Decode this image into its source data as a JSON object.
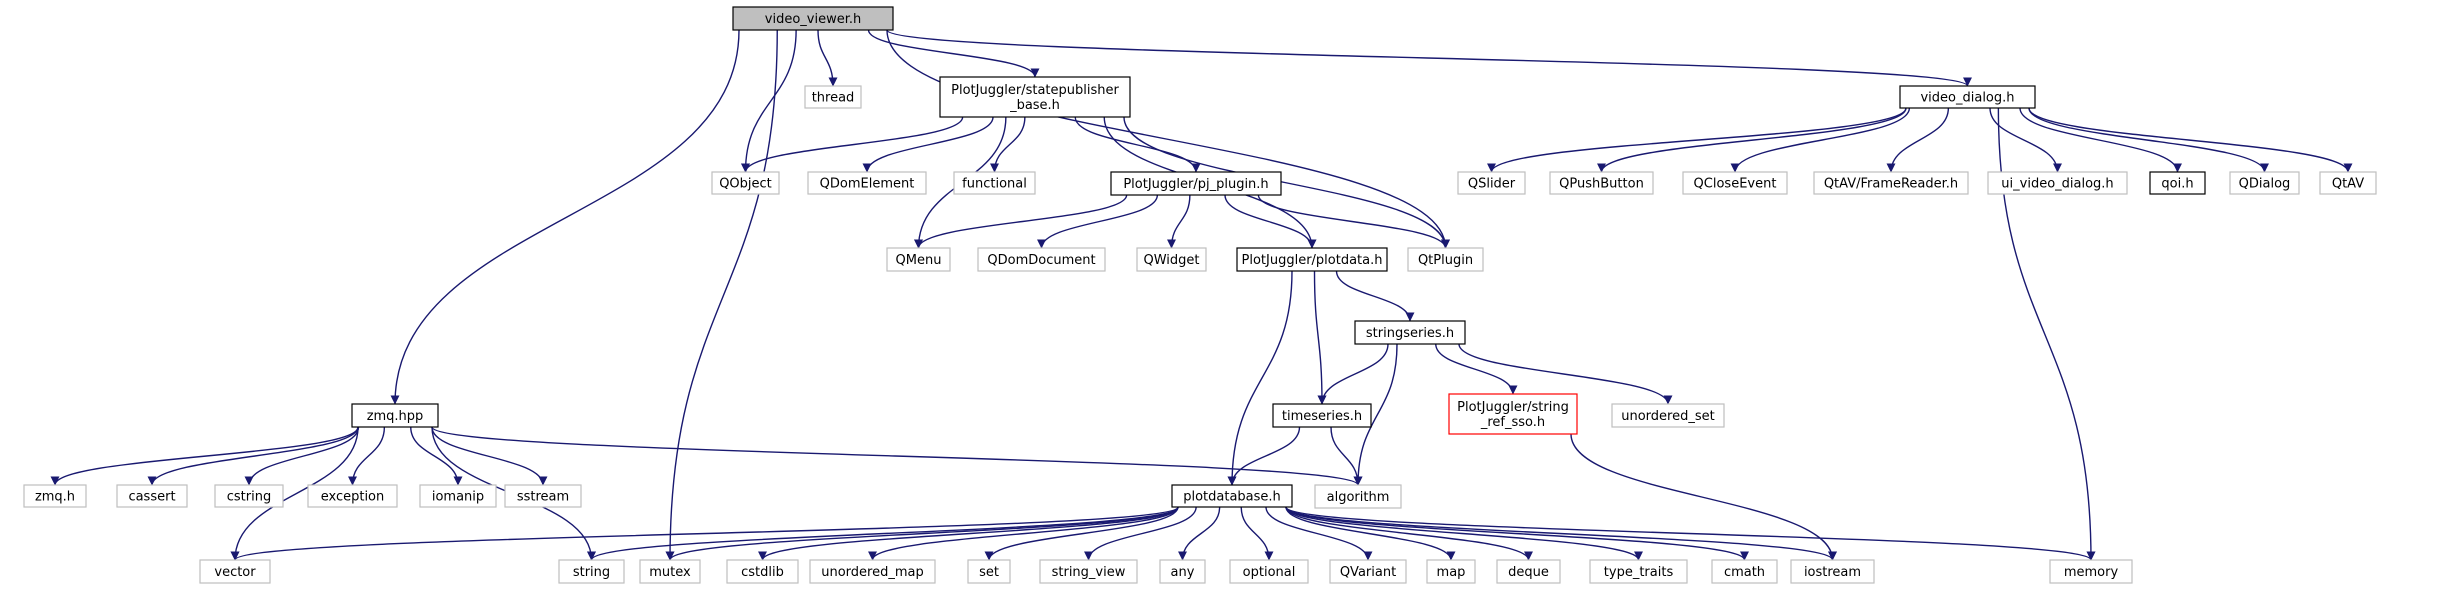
{
  "colors": {
    "edge": "#191970",
    "root_fill": "#bfbfbf",
    "root_stroke": "#000000",
    "doc_stroke": "#000000",
    "external_stroke": "#bfbfbf",
    "broken_stroke": "#ff0000",
    "background": "#ffffff"
  },
  "nodes": [
    {
      "id": "video_viewer",
      "label": [
        "video_viewer.h"
      ],
      "kind": "root"
    },
    {
      "id": "zmq",
      "label": [
        "zmq.hpp"
      ],
      "kind": "doc"
    },
    {
      "id": "qobject",
      "label": [
        "QObject"
      ],
      "kind": "external"
    },
    {
      "id": "thread",
      "label": [
        "thread"
      ],
      "kind": "external"
    },
    {
      "id": "statepublisher",
      "label": [
        "PlotJuggler/statepublisher",
        "_base.h"
      ],
      "kind": "doc"
    },
    {
      "id": "mutex",
      "label": [
        "mutex"
      ],
      "kind": "external"
    },
    {
      "id": "qtplugin",
      "label": [
        "QtPlugin"
      ],
      "kind": "external"
    },
    {
      "id": "video_dialog",
      "label": [
        "video_dialog.h"
      ],
      "kind": "doc"
    },
    {
      "id": "qdomelement",
      "label": [
        "QDomElement"
      ],
      "kind": "external"
    },
    {
      "id": "functional",
      "label": [
        "functional"
      ],
      "kind": "external"
    },
    {
      "id": "pj_plugin",
      "label": [
        "PlotJuggler/pj_plugin.h"
      ],
      "kind": "doc"
    },
    {
      "id": "qmenu",
      "label": [
        "QMenu"
      ],
      "kind": "external"
    },
    {
      "id": "qdomdocument",
      "label": [
        "QDomDocument"
      ],
      "kind": "external"
    },
    {
      "id": "qwidget",
      "label": [
        "QWidget"
      ],
      "kind": "external"
    },
    {
      "id": "plotdata",
      "label": [
        "PlotJuggler/plotdata.h"
      ],
      "kind": "doc"
    },
    {
      "id": "qslider",
      "label": [
        "QSlider"
      ],
      "kind": "external"
    },
    {
      "id": "qpushbutton",
      "label": [
        "QPushButton"
      ],
      "kind": "external"
    },
    {
      "id": "qcloseevent",
      "label": [
        "QCloseEvent"
      ],
      "kind": "external"
    },
    {
      "id": "framereader",
      "label": [
        "QtAV/FrameReader.h"
      ],
      "kind": "external"
    },
    {
      "id": "ui_video_dialog",
      "label": [
        "ui_video_dialog.h"
      ],
      "kind": "external"
    },
    {
      "id": "qoi",
      "label": [
        "qoi.h"
      ],
      "kind": "doc"
    },
    {
      "id": "qdialog",
      "label": [
        "QDialog"
      ],
      "kind": "external"
    },
    {
      "id": "qtav",
      "label": [
        "QtAV"
      ],
      "kind": "external"
    },
    {
      "id": "stringseries",
      "label": [
        "stringseries.h"
      ],
      "kind": "doc"
    },
    {
      "id": "timeseries",
      "label": [
        "timeseries.h"
      ],
      "kind": "doc"
    },
    {
      "id": "string_ref_sso",
      "label": [
        "PlotJuggler/string",
        "_ref_sso.h"
      ],
      "kind": "broken"
    },
    {
      "id": "unordered_set",
      "label": [
        "unordered_set"
      ],
      "kind": "external"
    },
    {
      "id": "zmq_h",
      "label": [
        "zmq.h"
      ],
      "kind": "external"
    },
    {
      "id": "cassert",
      "label": [
        "cassert"
      ],
      "kind": "external"
    },
    {
      "id": "cstring",
      "label": [
        "cstring"
      ],
      "kind": "external"
    },
    {
      "id": "exception",
      "label": [
        "exception"
      ],
      "kind": "external"
    },
    {
      "id": "iomanip",
      "label": [
        "iomanip"
      ],
      "kind": "external"
    },
    {
      "id": "sstream",
      "label": [
        "sstream"
      ],
      "kind": "external"
    },
    {
      "id": "algorithm",
      "label": [
        "algorithm"
      ],
      "kind": "external"
    },
    {
      "id": "plotdatabase",
      "label": [
        "plotdatabase.h"
      ],
      "kind": "doc"
    },
    {
      "id": "vector",
      "label": [
        "vector"
      ],
      "kind": "external"
    },
    {
      "id": "string",
      "label": [
        "string"
      ],
      "kind": "external"
    },
    {
      "id": "cstdlib",
      "label": [
        "cstdlib"
      ],
      "kind": "external"
    },
    {
      "id": "unordered_map",
      "label": [
        "unordered_map"
      ],
      "kind": "external"
    },
    {
      "id": "set",
      "label": [
        "set"
      ],
      "kind": "external"
    },
    {
      "id": "string_view",
      "label": [
        "string_view"
      ],
      "kind": "external"
    },
    {
      "id": "any",
      "label": [
        "any"
      ],
      "kind": "external"
    },
    {
      "id": "optional",
      "label": [
        "optional"
      ],
      "kind": "external"
    },
    {
      "id": "qvariant",
      "label": [
        "QVariant"
      ],
      "kind": "external"
    },
    {
      "id": "map",
      "label": [
        "map"
      ],
      "kind": "external"
    },
    {
      "id": "deque",
      "label": [
        "deque"
      ],
      "kind": "external"
    },
    {
      "id": "type_traits",
      "label": [
        "type_traits"
      ],
      "kind": "external"
    },
    {
      "id": "cmath",
      "label": [
        "cmath"
      ],
      "kind": "external"
    },
    {
      "id": "iostream",
      "label": [
        "iostream"
      ],
      "kind": "external"
    },
    {
      "id": "memory",
      "label": [
        "memory"
      ],
      "kind": "external"
    }
  ],
  "edges": [
    [
      "video_viewer",
      "zmq"
    ],
    [
      "video_viewer",
      "qobject"
    ],
    [
      "video_viewer",
      "thread"
    ],
    [
      "video_viewer",
      "statepublisher"
    ],
    [
      "video_viewer",
      "mutex"
    ],
    [
      "video_viewer",
      "qtplugin"
    ],
    [
      "video_viewer",
      "video_dialog"
    ],
    [
      "statepublisher",
      "qobject"
    ],
    [
      "statepublisher",
      "qdomelement"
    ],
    [
      "statepublisher",
      "functional"
    ],
    [
      "statepublisher",
      "qmenu"
    ],
    [
      "statepublisher",
      "pj_plugin"
    ],
    [
      "statepublisher",
      "plotdata"
    ],
    [
      "statepublisher",
      "qtplugin"
    ],
    [
      "pj_plugin",
      "qmenu"
    ],
    [
      "pj_plugin",
      "qdomdocument"
    ],
    [
      "pj_plugin",
      "qwidget"
    ],
    [
      "pj_plugin",
      "plotdata"
    ],
    [
      "pj_plugin",
      "qtplugin"
    ],
    [
      "video_dialog",
      "qslider"
    ],
    [
      "video_dialog",
      "qpushbutton"
    ],
    [
      "video_dialog",
      "qcloseevent"
    ],
    [
      "video_dialog",
      "framereader"
    ],
    [
      "video_dialog",
      "ui_video_dialog"
    ],
    [
      "video_dialog",
      "qoi"
    ],
    [
      "video_dialog",
      "qdialog"
    ],
    [
      "video_dialog",
      "qtav"
    ],
    [
      "video_dialog",
      "memory"
    ],
    [
      "plotdata",
      "stringseries"
    ],
    [
      "plotdata",
      "timeseries"
    ],
    [
      "plotdata",
      "plotdatabase"
    ],
    [
      "stringseries",
      "timeseries"
    ],
    [
      "stringseries",
      "string_ref_sso"
    ],
    [
      "stringseries",
      "unordered_set"
    ],
    [
      "stringseries",
      "algorithm"
    ],
    [
      "timeseries",
      "plotdatabase"
    ],
    [
      "timeseries",
      "algorithm"
    ],
    [
      "string_ref_sso",
      "iostream"
    ],
    [
      "zmq",
      "zmq_h"
    ],
    [
      "zmq",
      "cassert"
    ],
    [
      "zmq",
      "cstring"
    ],
    [
      "zmq",
      "exception"
    ],
    [
      "zmq",
      "iomanip"
    ],
    [
      "zmq",
      "sstream"
    ],
    [
      "zmq",
      "string"
    ],
    [
      "zmq",
      "vector"
    ],
    [
      "zmq",
      "algorithm"
    ],
    [
      "plotdatabase",
      "vector"
    ],
    [
      "plotdatabase",
      "string"
    ],
    [
      "plotdatabase",
      "mutex"
    ],
    [
      "plotdatabase",
      "cstdlib"
    ],
    [
      "plotdatabase",
      "unordered_map"
    ],
    [
      "plotdatabase",
      "set"
    ],
    [
      "plotdatabase",
      "string_view"
    ],
    [
      "plotdatabase",
      "any"
    ],
    [
      "plotdatabase",
      "optional"
    ],
    [
      "plotdatabase",
      "qvariant"
    ],
    [
      "plotdatabase",
      "map"
    ],
    [
      "plotdatabase",
      "deque"
    ],
    [
      "plotdatabase",
      "type_traits"
    ],
    [
      "plotdatabase",
      "cmath"
    ],
    [
      "plotdatabase",
      "iostream"
    ],
    [
      "plotdatabase",
      "memory"
    ]
  ]
}
